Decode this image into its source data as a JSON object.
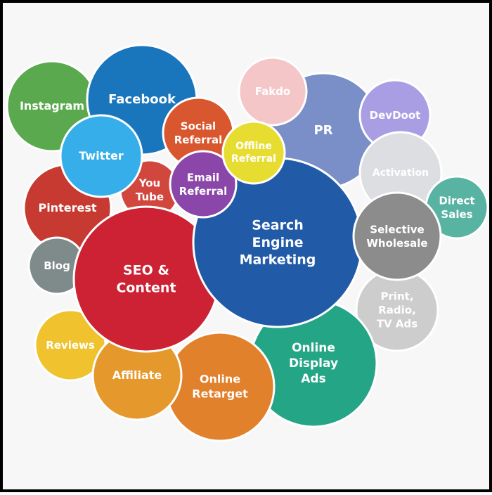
{
  "bubbles": [
    {
      "id": "instagram",
      "lines": [
        "Instagram"
      ],
      "color": "#5aa94e",
      "text_color": "#ffffff"
    },
    {
      "id": "facebook",
      "lines": [
        "Facebook"
      ],
      "color": "#1976bd",
      "text_color": "#ffffff"
    },
    {
      "id": "pinterest",
      "lines": [
        "Pinterest"
      ],
      "color": "#c63a32",
      "text_color": "#ffffff"
    },
    {
      "id": "youtube",
      "lines": [
        "You",
        "Tube"
      ],
      "color": "#d2473d",
      "text_color": "#ffffff"
    },
    {
      "id": "social-referral",
      "lines": [
        "Social",
        "Referral"
      ],
      "color": "#d8572f",
      "text_color": "#ffffff"
    },
    {
      "id": "twitter",
      "lines": [
        "Twitter"
      ],
      "color": "#35aeea",
      "text_color": "#ffffff"
    },
    {
      "id": "pr",
      "lines": [
        "PR"
      ],
      "color": "#7a8ec8",
      "text_color": "#ffffff"
    },
    {
      "id": "fakdo",
      "lines": [
        "Fakdo"
      ],
      "color": "#f4c6c8",
      "text_color": "#ffffff"
    },
    {
      "id": "devdoot",
      "lines": [
        "DevDoot"
      ],
      "color": "#a99ee4",
      "text_color": "#ffffff"
    },
    {
      "id": "activation",
      "lines": [
        "Activation"
      ],
      "color": "#dcdee2",
      "text_color": "#ffffff"
    },
    {
      "id": "direct-sales",
      "lines": [
        "Direct",
        "Sales"
      ],
      "color": "#58b3a3",
      "text_color": "#ffffff"
    },
    {
      "id": "print-radio-tv",
      "lines": [
        "Print,",
        "Radio,",
        "TV Ads"
      ],
      "color": "#cdcdcd",
      "text_color": "#ffffff"
    },
    {
      "id": "online-display-ads",
      "lines": [
        "Online",
        "Display",
        "Ads"
      ],
      "color": "#24a586",
      "text_color": "#ffffff"
    },
    {
      "id": "online-retarget",
      "lines": [
        "Online",
        "Retarget"
      ],
      "color": "#e1812c",
      "text_color": "#ffffff"
    },
    {
      "id": "reviews",
      "lines": [
        "Reviews"
      ],
      "color": "#efc22e",
      "text_color": "#ffffff"
    },
    {
      "id": "affiliate",
      "lines": [
        "Affiliate"
      ],
      "color": "#e5982c",
      "text_color": "#ffffff"
    },
    {
      "id": "blog",
      "lines": [
        "Blog"
      ],
      "color": "#7f8a8b",
      "text_color": "#ffffff"
    },
    {
      "id": "seo-content",
      "lines": [
        "SEO &",
        "Content"
      ],
      "color": "#cc2233",
      "text_color": "#ffffff"
    },
    {
      "id": "search-engine-marketing",
      "lines": [
        "Search",
        "Engine",
        "Marketing"
      ],
      "color": "#215ba8",
      "text_color": "#ffffff"
    },
    {
      "id": "selective-wholesale",
      "lines": [
        "Selective",
        "Wholesale"
      ],
      "color": "#8c8c8c",
      "text_color": "#ffffff"
    },
    {
      "id": "email-referral",
      "lines": [
        "Email",
        "Referral"
      ],
      "color": "#8a46a8",
      "text_color": "#ffffff"
    },
    {
      "id": "offline-referral",
      "lines": [
        "Offline",
        "Referral"
      ],
      "color": "#e7dd31",
      "text_color": "#ffffff"
    }
  ]
}
